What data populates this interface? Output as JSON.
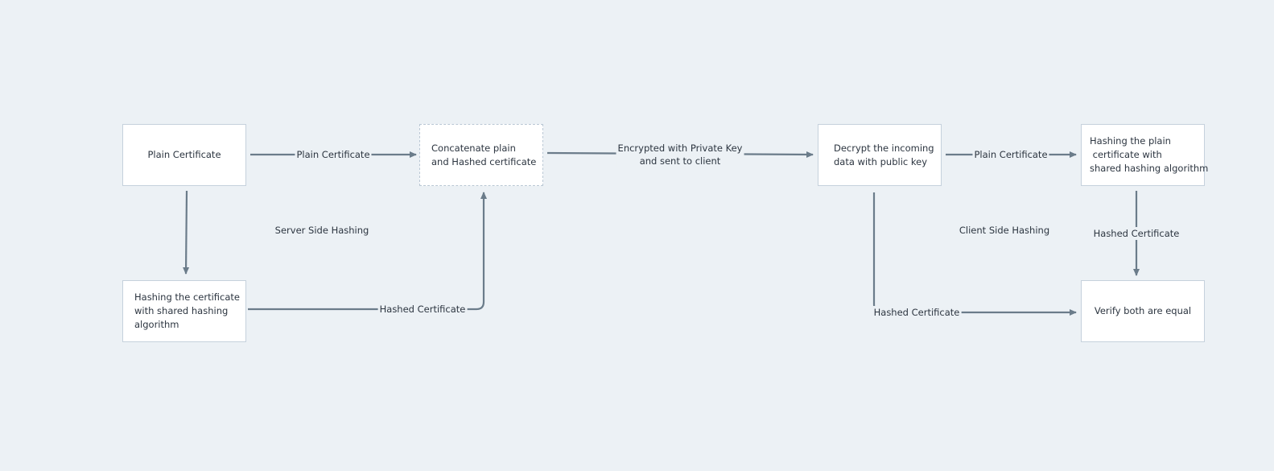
{
  "diagram": {
    "nodes": {
      "plain_cert": "Plain Certificate",
      "hash_cert": "Hashing the certificate\nwith shared hashing\nalgorithm",
      "concat": "Concatenate plain\nand Hashed certificate",
      "decrypt": "Decrypt the incoming\ndata with public key",
      "hash_plain": "Hashing the plain\n certificate with\nshared hashing algorithm",
      "verify": "Verify both are equal"
    },
    "edges": {
      "plain_to_concat": "Plain Certificate",
      "hashed_to_concat": "Hashed Certificate",
      "encrypted_sent": "Encrypted with Private Key\nand sent to client",
      "decrypt_to_hash_plain": "Plain Certificate",
      "hash_plain_to_verify": "Hashed Certificate",
      "decrypt_to_verify": "Hashed Certificate"
    },
    "zones": {
      "server": "Server Side Hashing",
      "client": "Client Side Hashing"
    },
    "colors": {
      "background": "#ecf1f5",
      "node_fill": "#ffffff",
      "node_border": "#c5d1dc",
      "edge": "#6b7c8a",
      "text": "#2c3540"
    }
  }
}
